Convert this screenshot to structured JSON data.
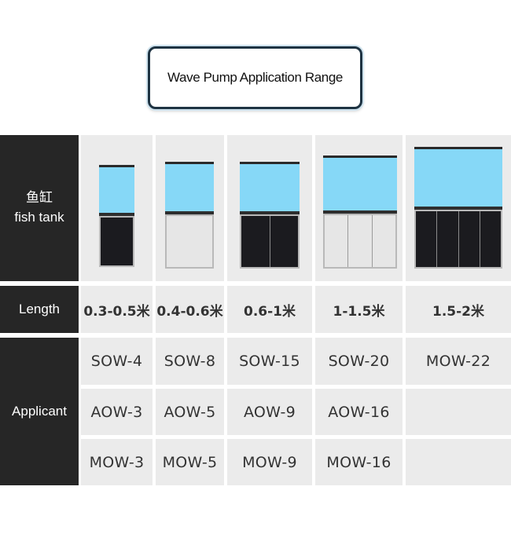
{
  "title": "Wave Pump Application Range",
  "row_headers": {
    "tank_zh": "鱼缸",
    "tank_en": "fish tank",
    "length": "Length",
    "applicant": "Applicant"
  },
  "lengths": [
    "0.3-0.5米",
    "0.4-0.6米",
    "0.6-1米",
    "1-1.5米",
    "1.5-2米"
  ],
  "applicants": {
    "row1": [
      "SOW-4",
      "SOW-8",
      "SOW-15",
      "SOW-20",
      "MOW-22"
    ],
    "row2": [
      "AOW-3",
      "AOW-5",
      "AOW-9",
      "AOW-16",
      ""
    ],
    "row3": [
      "MOW-3",
      "MOW-5",
      "MOW-9",
      "MOW-16",
      ""
    ]
  },
  "tanks": [
    {
      "stand": "dark",
      "doors": 1
    },
    {
      "stand": "light",
      "doors": 1
    },
    {
      "stand": "dark",
      "doors": 2
    },
    {
      "stand": "light",
      "doors": 3
    },
    {
      "stand": "dark",
      "doors": 4
    }
  ],
  "colors": {
    "water": "#86d8f7",
    "header_bg": "#262626",
    "cell_bg": "#ebebeb",
    "title_border": "#1e3342"
  }
}
